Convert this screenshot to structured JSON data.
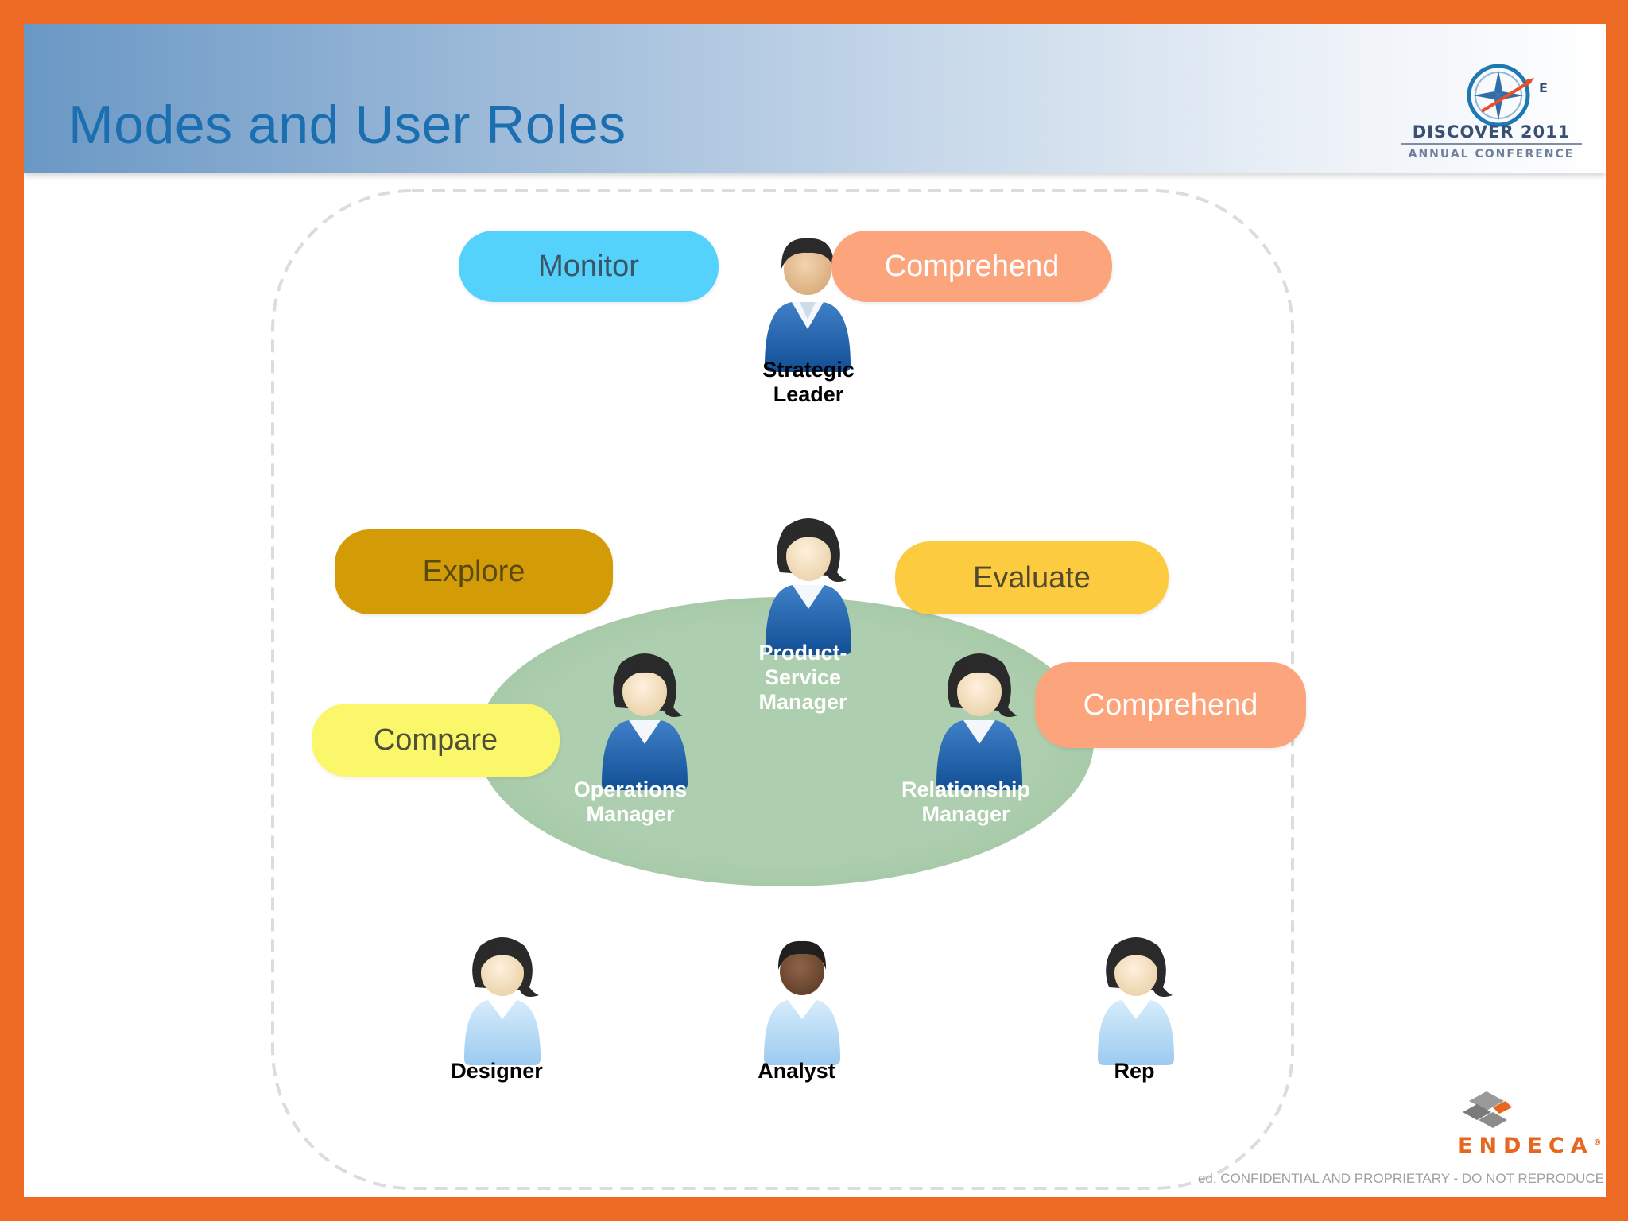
{
  "slide": {
    "title": "Modes and User Roles",
    "conference": {
      "name": "DISCOVER 2011",
      "subtitle": "ANNUAL CONFERENCE",
      "compass_letter": "E"
    },
    "brand": {
      "name": "ENDECA",
      "mark": "®"
    },
    "footer": "ed.  CONFIDENTIAL AND PROPRIETARY - DO NOT REPRODUCE"
  },
  "colors": {
    "border": "#ec6a24",
    "title": "#1b6fb0",
    "ellipse": "#aecfaf",
    "monitor": "#55d2fb",
    "comprehend": "#fca47c",
    "explore": "#d39c06",
    "evaluate": "#fdcb3f",
    "compare": "#fbf76a"
  },
  "modes": [
    {
      "id": "monitor",
      "label": "Monitor"
    },
    {
      "id": "comprehend-top",
      "label": "Comprehend"
    },
    {
      "id": "explore",
      "label": "Explore"
    },
    {
      "id": "evaluate",
      "label": "Evaluate"
    },
    {
      "id": "compare",
      "label": "Compare"
    },
    {
      "id": "comprehend-right",
      "label": "Comprehend"
    }
  ],
  "roles": [
    {
      "id": "strategic-leader",
      "line1": "Strategic",
      "line2": "Leader",
      "line3": ""
    },
    {
      "id": "product-service-manager",
      "line1": "Product-",
      "line2": "Service",
      "line3": "Manager"
    },
    {
      "id": "operations-manager",
      "line1": "Operations",
      "line2": "Manager",
      "line3": ""
    },
    {
      "id": "relationship-manager",
      "line1": "Relationship",
      "line2": "Manager",
      "line3": ""
    },
    {
      "id": "designer",
      "line1": "Designer",
      "line2": "",
      "line3": ""
    },
    {
      "id": "analyst",
      "line1": "Analyst",
      "line2": "",
      "line3": ""
    },
    {
      "id": "rep",
      "line1": "Rep",
      "line2": "",
      "line3": ""
    }
  ]
}
